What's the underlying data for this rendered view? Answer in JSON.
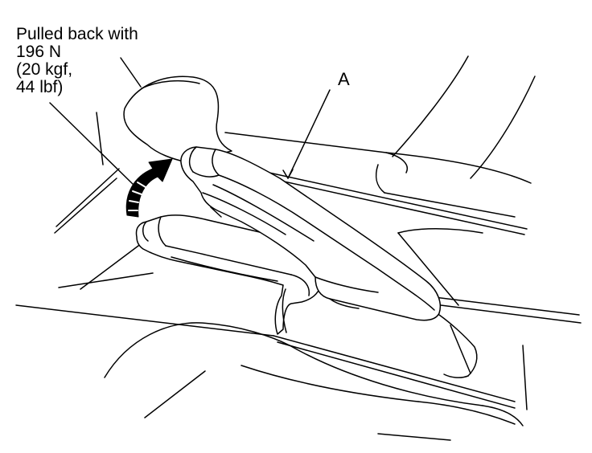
{
  "force_callout": {
    "line1": "Pulled back with",
    "line2": "196 N",
    "line3": "(20 kgf,",
    "line4": "44 lbf)"
  },
  "part_label": "A",
  "colors": {
    "ink": "#000000",
    "paper": "#ffffff"
  }
}
